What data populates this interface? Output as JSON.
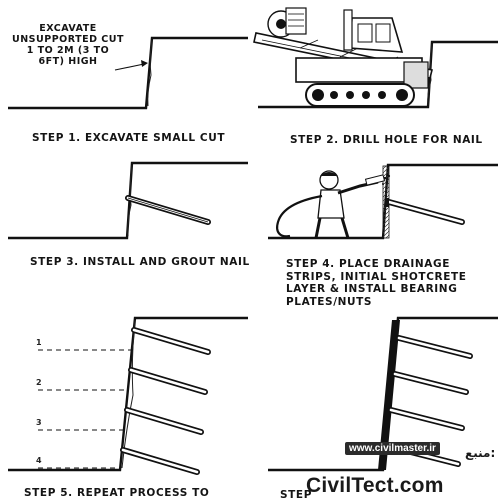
{
  "step1": {
    "note_lines": [
      "EXCAVATE",
      "UNSUPPORTED CUT",
      "1 TO 2M (3 TO",
      "6FT) HIGH"
    ],
    "caption": "STEP 1. EXCAVATE SMALL CUT"
  },
  "step2": {
    "caption": "STEP 2. DRILL HOLE FOR NAIL"
  },
  "step3": {
    "caption": "STEP 3. INSTALL AND GROUT NAIL"
  },
  "step4": {
    "caption_lines": [
      "STEP 4. PLACE DRAINAGE",
      "STRIPS, INITIAL SHOTCRETE",
      "LAYER & INSTALL BEARING",
      "PLATES/NUTS"
    ]
  },
  "step5": {
    "lift_numbers": [
      "1",
      "2",
      "3",
      "4"
    ],
    "caption": "STEP 5. REPEAT PROCESS TO"
  },
  "step6": {
    "caption": "STEP"
  },
  "watermark": {
    "site": "www.civilmaster.ir",
    "brand": "CivilTect.com",
    "source_label": "منبع:"
  }
}
